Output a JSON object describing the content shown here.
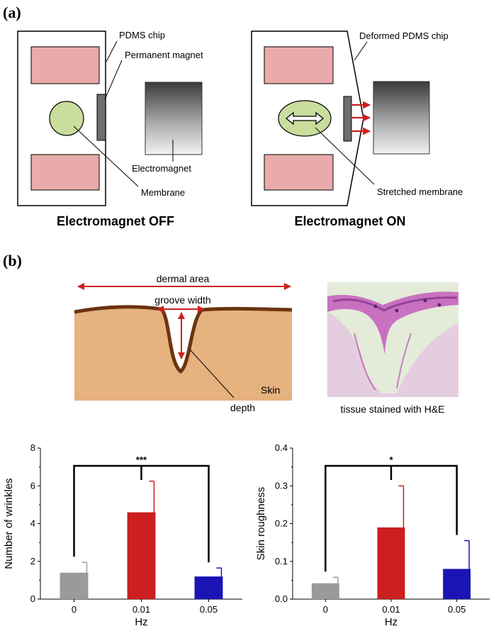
{
  "panel_a": {
    "tag": "(a)",
    "left": {
      "caption": "Electromagnet OFF",
      "label_chip": "PDMS chip",
      "label_magnet": "Permanent magnet",
      "label_electromagnet": "Electromagnet",
      "label_membrane": "Membrane"
    },
    "right": {
      "caption": "Electromagnet ON",
      "label_chip": "Deformed PDMS chip",
      "label_membrane": "Stretched membrane"
    }
  },
  "panel_b": {
    "tag": "(b)",
    "label_dermal": "dermal area",
    "label_groove": "groove width",
    "label_skin": "Skin",
    "label_depth": "depth",
    "label_tissue": "tissue stained with H&E"
  },
  "colors": {
    "chamber_fill": "#e8aaaa",
    "membrane_fill": "#c9dd9c",
    "arrow_red": "#cc2020",
    "skin_fill": "#e6b27e",
    "skin_edge": "#6b3410",
    "bar_gray": "#9a9a9a",
    "bar_red": "#cc1f1f",
    "bar_blue": "#1a14b4",
    "stain_bg": "#e4ebd9",
    "stain_purple": "#b03aa8"
  },
  "chart_data": [
    {
      "type": "bar",
      "categories": [
        "0",
        "0.01",
        "0.05"
      ],
      "values": [
        1.4,
        4.6,
        1.2
      ],
      "errors": [
        0.55,
        1.65,
        0.45
      ],
      "xlabel": "Hz",
      "ylabel": "Number of wrinkles",
      "ylim": [
        0,
        8
      ],
      "yticks": [
        "0",
        "2",
        "4",
        "6",
        "8"
      ],
      "significance": "***"
    },
    {
      "type": "bar",
      "categories": [
        "0",
        "0.01",
        "0.05"
      ],
      "values": [
        0.042,
        0.19,
        0.08
      ],
      "errors": [
        0.016,
        0.11,
        0.075
      ],
      "xlabel": "Hz",
      "ylabel": "Skin roughness",
      "ylim": [
        0,
        0.4
      ],
      "yticks": [
        "0.0",
        "0.1",
        "0.2",
        "0.3",
        "0.4"
      ],
      "significance": "*"
    }
  ]
}
